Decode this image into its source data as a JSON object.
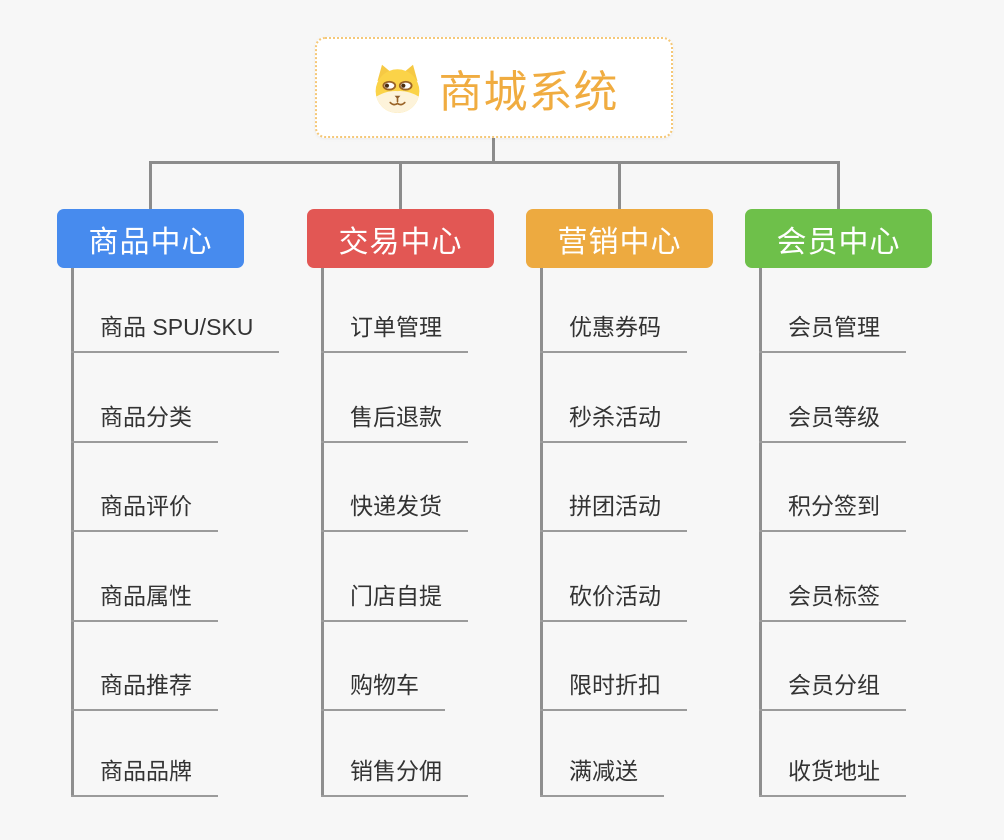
{
  "root": {
    "title": "商城系统",
    "icon": "dog-face-icon"
  },
  "branches": [
    {
      "label": "商品中心",
      "color": "#478bee",
      "items": [
        "商品 SPU/SKU",
        "商品分类",
        "商品评价",
        "商品属性",
        "商品推荐",
        "商品品牌"
      ]
    },
    {
      "label": "交易中心",
      "color": "#e25754",
      "items": [
        "订单管理",
        "售后退款",
        "快递发货",
        "门店自提",
        "购物车",
        "销售分佣"
      ]
    },
    {
      "label": "营销中心",
      "color": "#edaa40",
      "items": [
        "优惠券码",
        "秒杀活动",
        "拼团活动",
        "砍价活动",
        "限时折扣",
        "满减送"
      ]
    },
    {
      "label": "会员中心",
      "color": "#6ec04a",
      "items": [
        "会员管理",
        "会员等级",
        "积分签到",
        "会员标签",
        "会员分组",
        "收货地址"
      ]
    }
  ],
  "colors": {
    "background": "#f7f7f7",
    "root_title": "#f0ac40",
    "root_border": "#f5c878",
    "connector": "#8c8c8c",
    "underline": "#9b9b9b",
    "item_text": "#333333"
  }
}
